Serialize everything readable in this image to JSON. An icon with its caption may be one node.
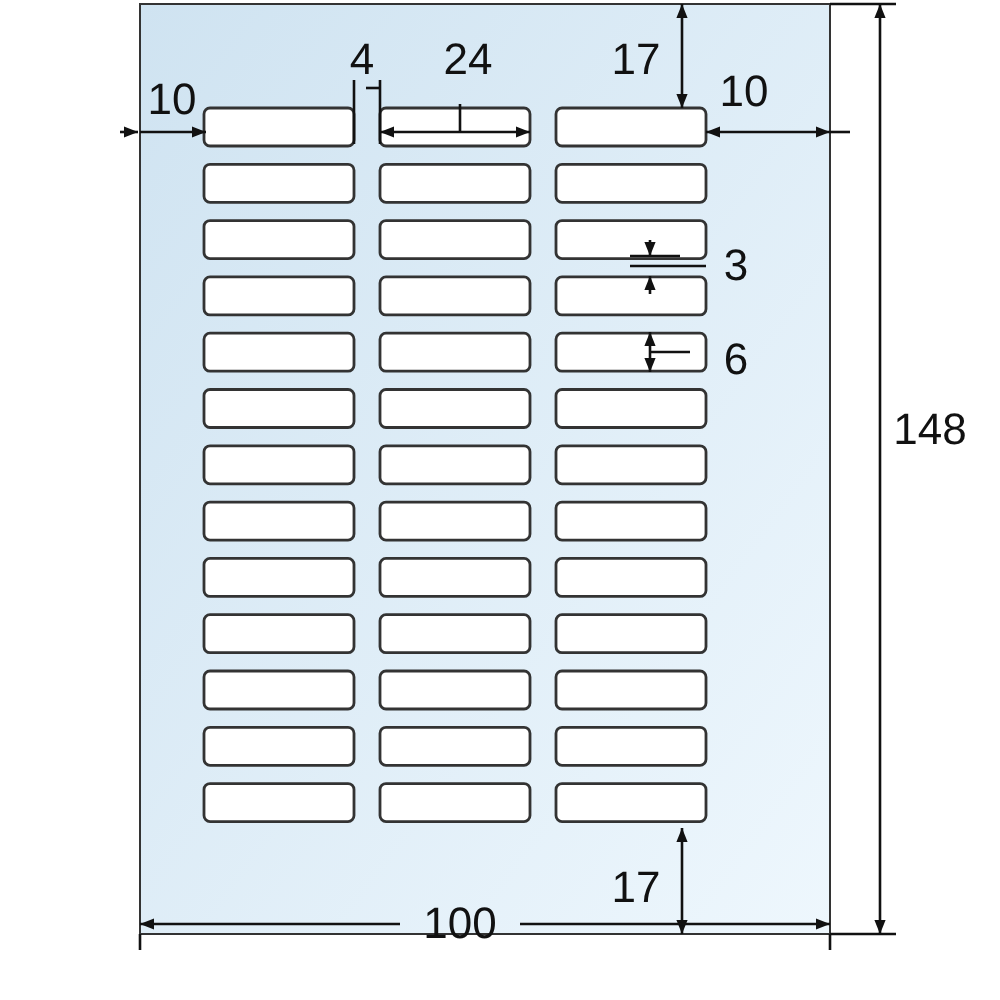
{
  "diagram": {
    "labels": [
      "10",
      "4",
      "24",
      "17",
      "10",
      "3",
      "6",
      "148",
      "17",
      "100"
    ]
  }
}
